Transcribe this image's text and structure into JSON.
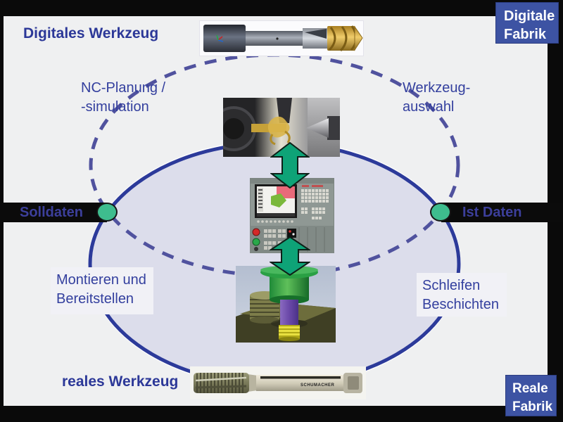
{
  "slide": {
    "title_digital_tool": "Digitales Werkzeug",
    "title_real_tool": "reales Werkzeug"
  },
  "badges": {
    "digital": {
      "line1": "Digitale",
      "line2": "Fabrik"
    },
    "real": {
      "line1": "Reale",
      "line2": "Fabrik"
    }
  },
  "process_labels": {
    "nc_planning": {
      "line1": "NC-Planung /",
      "line2": "-simulation"
    },
    "tool_selection": {
      "line1": "Werkzeug-",
      "line2": "auswahl"
    },
    "mounting": {
      "line1": "Montieren und",
      "line2": "Bereitstellen"
    },
    "grinding": {
      "line1": "Schleifen",
      "line2": "Beschichten"
    }
  },
  "data_labels": {
    "target": "Solldaten",
    "actual": "Ist Daten"
  },
  "images": {
    "drill": "digital-tool-3d-render",
    "lathe": "machining-process-photo",
    "panel": "cnc-control-panel-photo",
    "cad": "tool-assembly-cad-render",
    "tap": "real-tap-tool-photo",
    "tap_brand": "SCHUMACHER"
  },
  "colors": {
    "accent_blue": "#2c3998",
    "badge_blue": "#3d53a3",
    "ellipse_fill": "#dcddeb",
    "solid_stroke": "#2c3a9a",
    "dashed_stroke": "#50529e",
    "node_green": "#3ebd8e",
    "arrow_green": "#0ea377",
    "band_black": "#0b0b0b"
  }
}
